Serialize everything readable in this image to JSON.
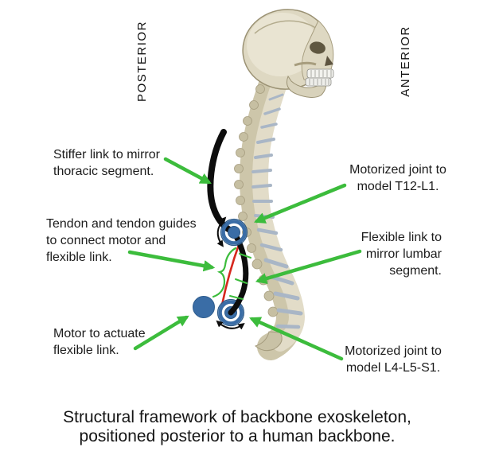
{
  "figure": {
    "background": "#ffffff",
    "orientation": {
      "posterior": "POSTERIOR",
      "anterior": "ANTERIOR"
    },
    "labels": {
      "stiffer_link": "Stiffer link to mirror\nthoracic segment.",
      "motorized_joint_t12": "Motorized joint to\nmodel T12-L1.",
      "tendon_guides": "Tendon and tendon guides\nto connect motor and\nflexible link.",
      "flexible_link": "Flexible link to\nmirror lumbar\nsegment.",
      "motor": "Motor to actuate\nflexible link.",
      "motorized_joint_l4": "Motorized joint to\nmodel L4-L5-S1."
    },
    "caption": "Structural framework of backbone exoskeleton,\npositioned posterior to a human backbone.",
    "colors": {
      "arrow_green": "#3cbc3c",
      "joint_blue": "#3a6da6",
      "joint_blue_dark": "#2b5886",
      "tendon_red": "#d6281e",
      "link_black": "#0d0d0d",
      "bone_light": "#e2dcc8",
      "bone_mid": "#cdc6aa",
      "bone_shadow": "#c6bfa2",
      "bone_outline": "#a59c7e",
      "disc_gray": "#a9b6c6",
      "text_black": "#1c1c1c"
    }
  }
}
